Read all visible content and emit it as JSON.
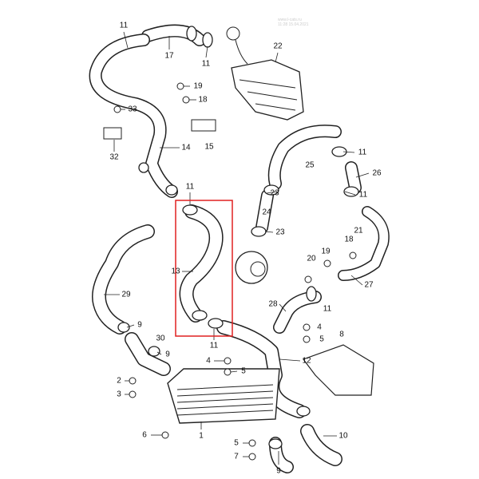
{
  "watermark": {
    "line1": "www.l-cats.ru",
    "line2": "11:28 15.04.2021"
  },
  "highlight_color": "#e02020",
  "highlighted_part": "13",
  "callouts": [
    {
      "id": "c1",
      "label": "11"
    },
    {
      "id": "c2",
      "label": "17"
    },
    {
      "id": "c3",
      "label": "11"
    },
    {
      "id": "c4",
      "label": "22"
    },
    {
      "id": "c5",
      "label": "19"
    },
    {
      "id": "c6",
      "label": "18"
    },
    {
      "id": "c7",
      "label": "33"
    },
    {
      "id": "c8",
      "label": "15"
    },
    {
      "id": "c9",
      "label": "14"
    },
    {
      "id": "c10",
      "label": "32"
    },
    {
      "id": "c11",
      "label": "11"
    },
    {
      "id": "c12",
      "label": "25"
    },
    {
      "id": "c13",
      "label": "26"
    },
    {
      "id": "c14",
      "label": "23"
    },
    {
      "id": "c15",
      "label": "11"
    },
    {
      "id": "c16",
      "label": "24"
    },
    {
      "id": "c17",
      "label": "23"
    },
    {
      "id": "c18",
      "label": "11"
    },
    {
      "id": "c19",
      "label": "13"
    },
    {
      "id": "c20",
      "label": "29"
    },
    {
      "id": "c21",
      "label": "21"
    },
    {
      "id": "c22",
      "label": "18"
    },
    {
      "id": "c23",
      "label": "19"
    },
    {
      "id": "c24",
      "label": "20"
    },
    {
      "id": "c25",
      "label": "27"
    },
    {
      "id": "c26",
      "label": "28"
    },
    {
      "id": "c27",
      "label": "11"
    },
    {
      "id": "c28",
      "label": "9"
    },
    {
      "id": "c29",
      "label": "30"
    },
    {
      "id": "c30",
      "label": "9"
    },
    {
      "id": "c31",
      "label": "4"
    },
    {
      "id": "c32",
      "label": "5"
    },
    {
      "id": "c33",
      "label": "8"
    },
    {
      "id": "c34",
      "label": "12"
    },
    {
      "id": "c35",
      "label": "11"
    },
    {
      "id": "c36",
      "label": "4"
    },
    {
      "id": "c37",
      "label": "5"
    },
    {
      "id": "c38",
      "label": "2"
    },
    {
      "id": "c39",
      "label": "3"
    },
    {
      "id": "c40",
      "label": "1"
    },
    {
      "id": "c41",
      "label": "6"
    },
    {
      "id": "c42",
      "label": "10"
    },
    {
      "id": "c43",
      "label": "5"
    },
    {
      "id": "c44",
      "label": "7"
    },
    {
      "id": "c45",
      "label": "9"
    }
  ]
}
